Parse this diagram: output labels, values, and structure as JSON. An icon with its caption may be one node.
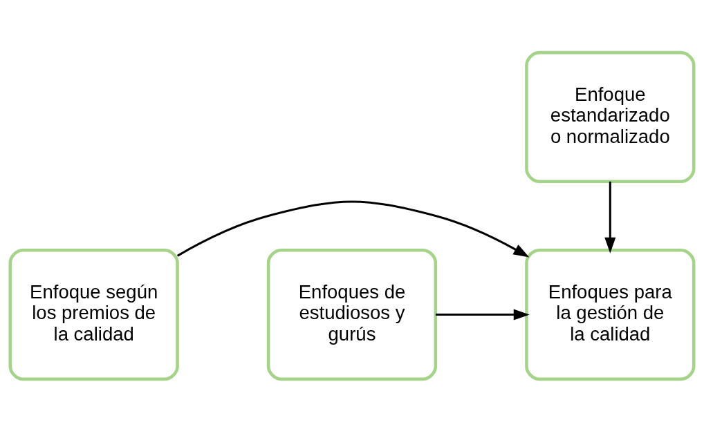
{
  "diagram": {
    "nodes": [
      {
        "text": [
          "Enfoque estandarizado o normalizado"
        ]
      },
      {
        "text": [
          "Enfoques para la gestión de la calidad"
        ]
      },
      {
        "text": [
          "Enfoque según los premios de la calidad"
        ]
      },
      {
        "text": [
          "Enfoques de estudiosos y gurús"
        ]
      }
    ],
    "edges": [
      {
        "from": 0,
        "to": 1,
        "arrow": "to"
      },
      {
        "from": 2,
        "to": 1,
        "arrow": "to"
      },
      {
        "from": 3,
        "to": 1,
        "arrow": "to"
      }
    ]
  }
}
